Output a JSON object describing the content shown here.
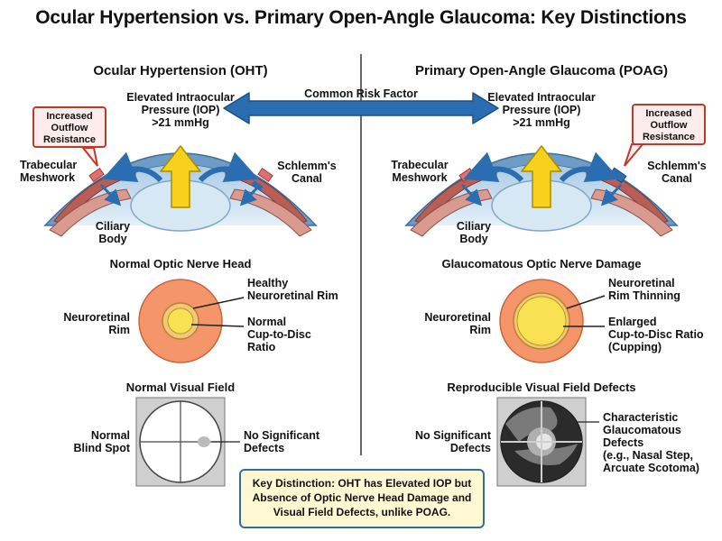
{
  "title": "Ocular Hypertension vs. Primary Open-Angle Glaucoma: Key Distinctions",
  "left": {
    "heading": "Ocular Hypertension (OHT)",
    "iop": [
      "Elevated Intraocular",
      "Pressure (IOP)",
      ">21 mmHg"
    ],
    "callout": [
      "Increased",
      "Outflow",
      "Resistance"
    ],
    "trabecular": [
      "Trabecular",
      "Meshwork"
    ],
    "schlemm": [
      "Schlemm's",
      "Canal"
    ],
    "ciliary": [
      "Ciliary",
      "Body"
    ],
    "onh_title": "Normal Optic Nerve Head",
    "onh_rim_label": [
      "Neuroretinal",
      "Rim"
    ],
    "onh_top_label": [
      "Healthy",
      "Neuroretinal Rim"
    ],
    "onh_bottom_label": [
      "Normal",
      "Cup-to-Disc",
      "Ratio"
    ],
    "vf_title": "Normal Visual Field",
    "vf_left_label": [
      "Normal",
      "Blind Spot"
    ],
    "vf_right_label": [
      "No Significant",
      "Defects"
    ]
  },
  "right": {
    "heading": "Primary Open-Angle Glaucoma (POAG)",
    "iop": [
      "Elevated Intraocular",
      "Pressure (IOP)",
      ">21 mmHg"
    ],
    "callout": [
      "Increased",
      "Outflow",
      "Resistance"
    ],
    "trabecular": [
      "Trabecular",
      "Meshwork"
    ],
    "schlemm": [
      "Schlemm's",
      "Canal"
    ],
    "ciliary": [
      "Ciliary",
      "Body"
    ],
    "onh_title": "Glaucomatous Optic Nerve Damage",
    "onh_rim_label": [
      "Neuroretinal",
      "Rim"
    ],
    "onh_top_label": [
      "Neuroretinal",
      "Rim Thinning"
    ],
    "onh_bottom_label": [
      "Enlarged",
      "Cup-to-Disc Ratio",
      "(Cupping)"
    ],
    "vf_title": "Reproducible Visual Field Defects",
    "vf_left_label": [
      "No Significant",
      "Defects"
    ],
    "vf_right_label": [
      "Characteristic",
      "Glaucomatous",
      "Defects",
      "(e.g., Nasal Step,",
      "Arcuate Scotoma)"
    ]
  },
  "common_risk": "Common Risk Factor",
  "key_distinction": "Key Distinction: OHT has Elevated IOP but Absence of Optic Nerve Head Damage and Visual Field Defects, unlike POAG.",
  "colors": {
    "arrow_blue": "#2a6db0",
    "iop_yellow": "#f7d11b",
    "cornea_blue": "#cfe3f3",
    "lens": "#d6e8f3",
    "ciliary": "#c98a80",
    "disc_orange": "#f4956a",
    "cup_yellow": "#f8e253",
    "callout_red": "#c0392b",
    "key_border": "#2f6f9f",
    "key_bg": "#fff8d2"
  },
  "icons": {
    "iop": "up-arrow-icon",
    "risk": "double-arrow-icon",
    "flow": "curved-arrow-icon"
  }
}
